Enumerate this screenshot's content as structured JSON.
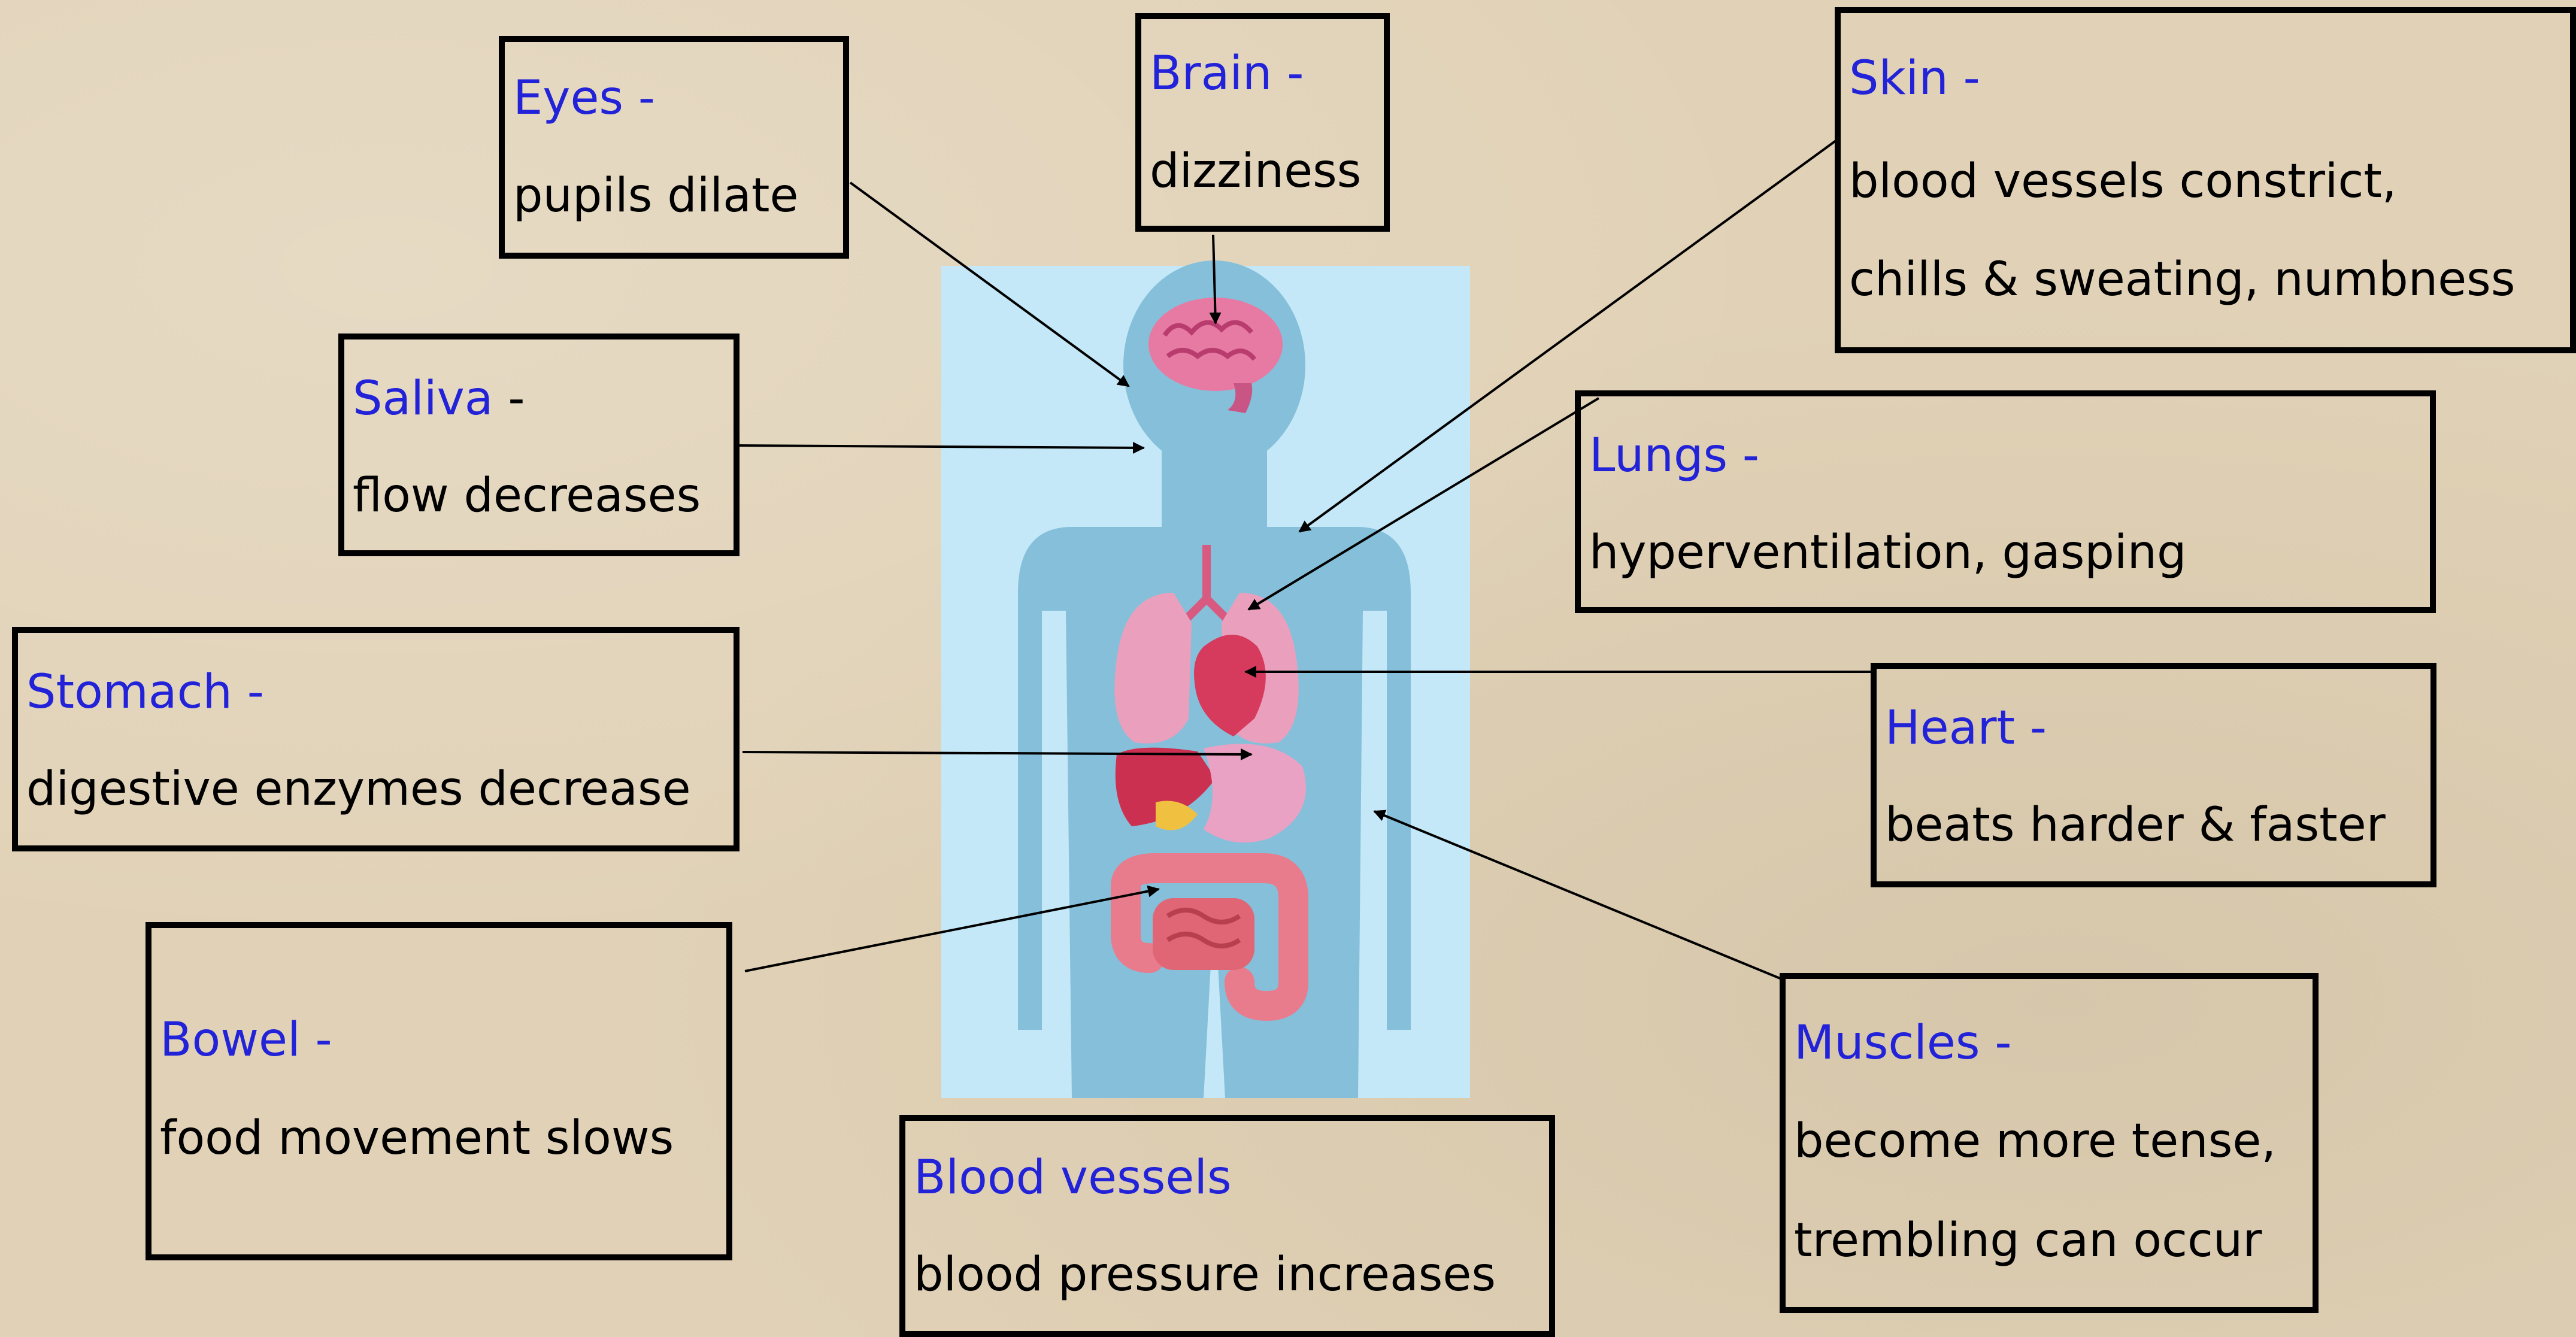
{
  "labels": {
    "eyes": {
      "name": "Eyes -",
      "desc": "pupils dilate"
    },
    "brain": {
      "name": "Brain -",
      "desc": "dizziness"
    },
    "skin": {
      "name": "Skin -",
      "desc1": "blood vessels constrict,",
      "desc2": "chills & sweating, numbness"
    },
    "saliva": {
      "name": "Saliva",
      "dash": " -",
      "desc": "flow decreases"
    },
    "lungs": {
      "name": "Lungs -",
      "desc": "hyperventilation, gasping"
    },
    "stomach": {
      "name": "Stomach -",
      "desc": "digestive enzymes decrease"
    },
    "heart": {
      "name": "Heart -",
      "desc": "beats harder & faster"
    },
    "bowel": {
      "name": "Bowel -",
      "desc": "food movement slows"
    },
    "blood_vessels": {
      "name": "Blood vessels",
      "desc": "blood pressure increases"
    },
    "muscles": {
      "name": "Muscles -",
      "desc1": "become more tense,",
      "desc2": "trembling can occur"
    }
  },
  "colors": {
    "label_name": "#2222d8",
    "body_silhouette": "#88c2dc",
    "panel_background": "#c4e8f8",
    "organs": "#e05a7a"
  }
}
